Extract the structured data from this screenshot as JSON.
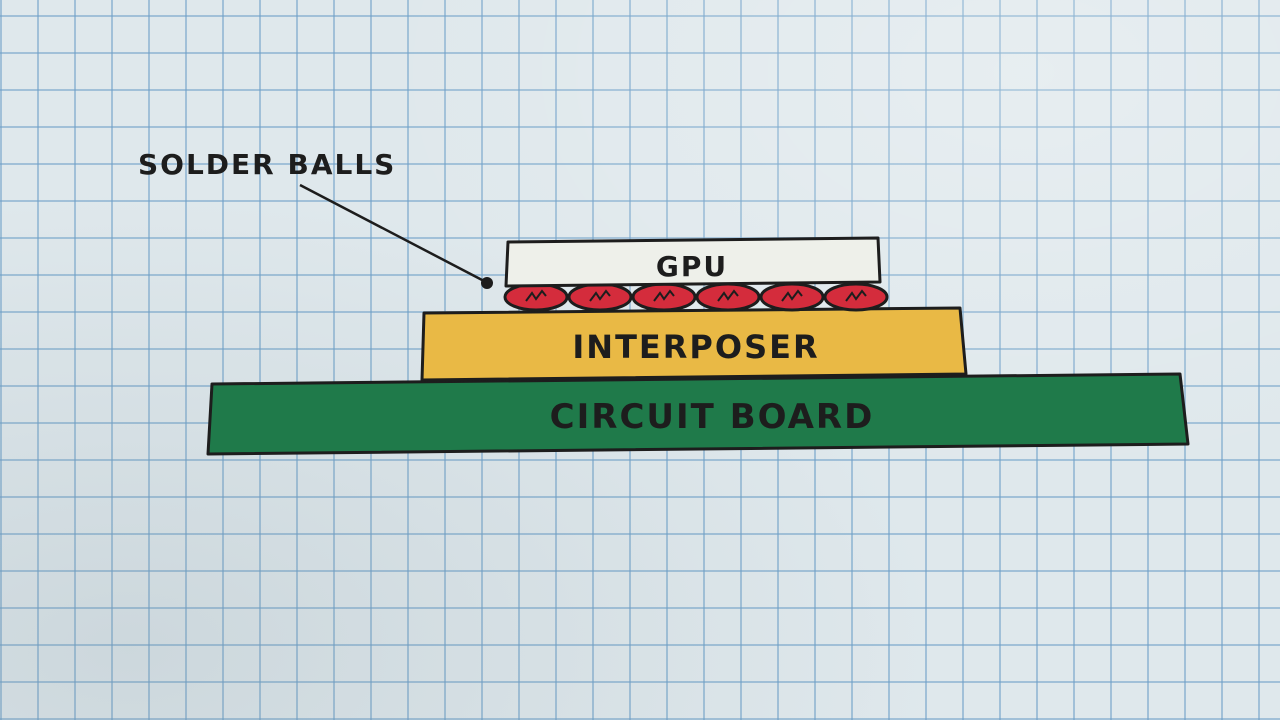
{
  "labels": {
    "solder_balls": "SOLDER BALLS",
    "gpu": "GPU",
    "interposer": "INTERPOSER",
    "circuit_board": "CIRCUIT BOARD"
  },
  "solder_ball_count": 6,
  "colors": {
    "paper": "#dfe8ec",
    "grid": "#6ea0c8",
    "gpu": "#eef0ea",
    "interposer": "#e9b945",
    "circuit_board": "#1f7a4a",
    "solder_ball": "#d42c3c",
    "ink": "#1d1d1d"
  }
}
